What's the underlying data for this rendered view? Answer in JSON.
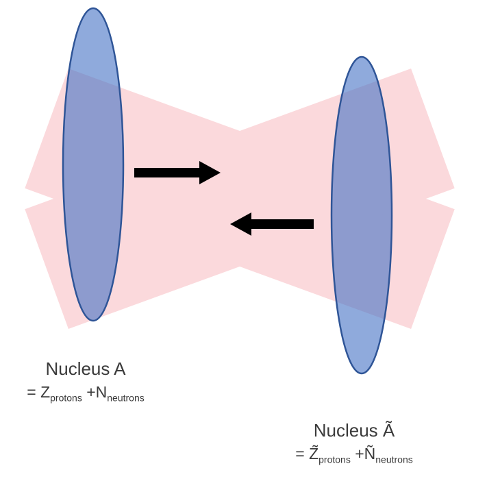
{
  "diagram": {
    "nucleus_a": {
      "title": "Nucleus A",
      "formula_prefix": "= Z",
      "formula_sub1": "protons",
      "formula_mid": " +N",
      "formula_sub2": "neutrons"
    },
    "nucleus_b": {
      "title": "Nucleus Ã",
      "formula_prefix": "= Z̃",
      "formula_sub1": "protons",
      "formula_mid": " +Ñ",
      "formula_sub2": "neutrons"
    },
    "colors": {
      "beam_pink": "#fbd9dc",
      "nucleus_fill": "#4472c4",
      "nucleus_fill_opacity": "0.6",
      "nucleus_stroke": "#2f5597",
      "nucleus_stroke_width": "2.5",
      "arrow": "#000000",
      "text": "#3a3a3a"
    }
  }
}
